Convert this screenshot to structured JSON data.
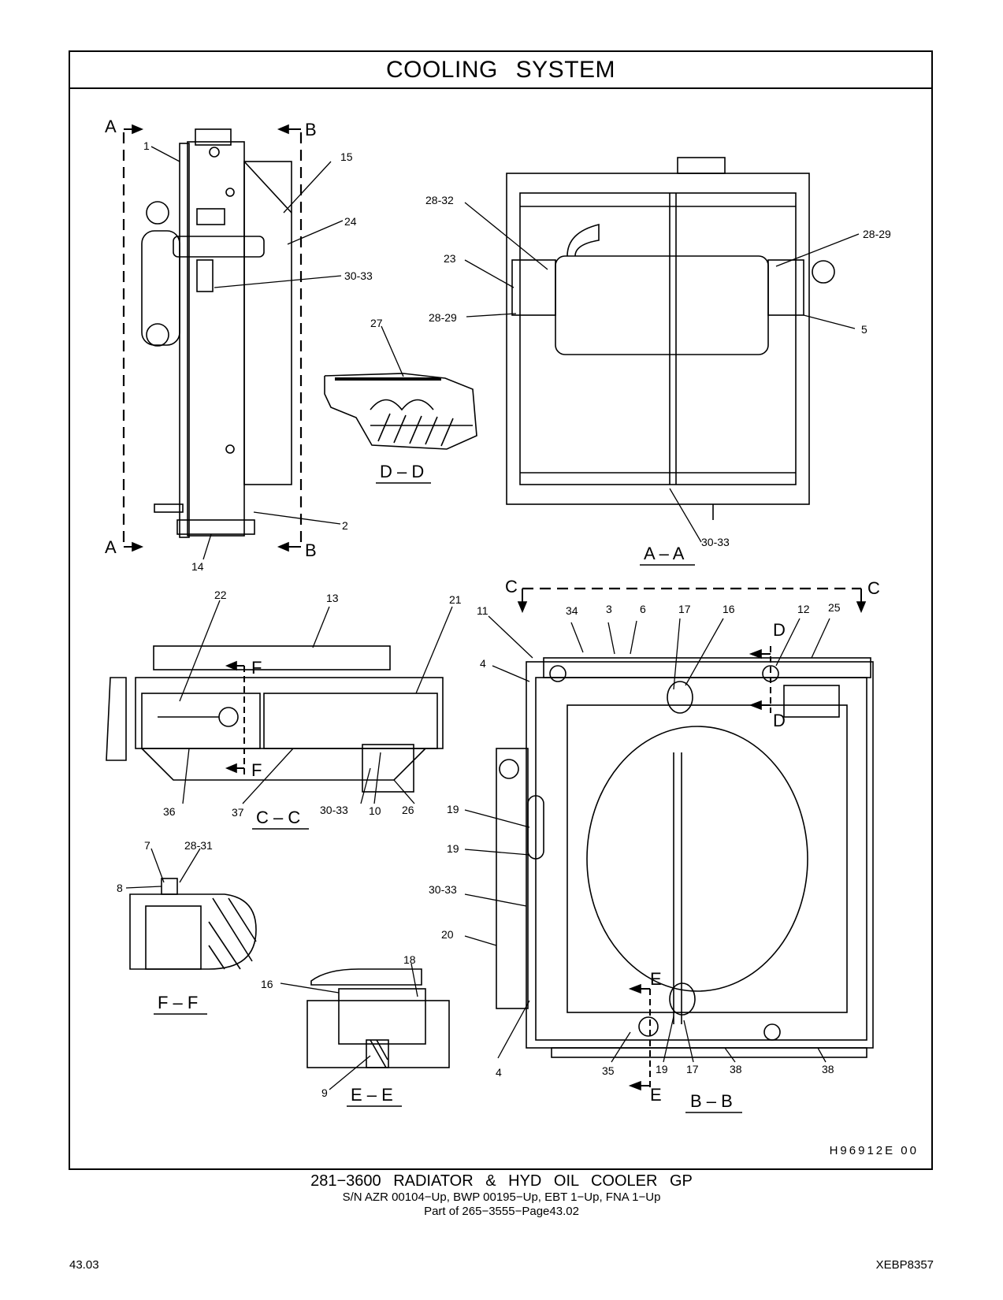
{
  "header": {
    "title": "COOLING   SYSTEM"
  },
  "illustration_id": "H96912E    00",
  "caption": {
    "main": "281−3600   RADIATOR  &  HYD  OIL  COOLER  GP",
    "serials": "S/N AZR 00104−Up, BWP 00195−Up, EBT 1−Up, FNA 1−Up",
    "part_of": "Part of 265−3555−Page43.02"
  },
  "footer": {
    "page": "43.03",
    "doc": "XEBP8357"
  },
  "sections": {
    "a_a": "A – A",
    "b_b": "B – B",
    "c_c": "C – C",
    "d_d": "D – D",
    "e_e": "E – E",
    "f_f": "F – F"
  },
  "cut_letters": {
    "a": "A",
    "b": "B",
    "c": "C",
    "d": "D",
    "e": "E",
    "f": "F"
  },
  "callouts": {
    "c1": "1",
    "c2": "2",
    "c3": "3",
    "c4": "4",
    "c5": "5",
    "c6": "6",
    "c7": "7",
    "c8": "8",
    "c9": "9",
    "c10": "10",
    "c11": "11",
    "c12": "12",
    "c13": "13",
    "c14": "14",
    "c15": "15",
    "c16": "16",
    "c17": "17",
    "c18": "18",
    "c19": "19",
    "c20": "20",
    "c21": "21",
    "c22": "22",
    "c23": "23",
    "c24": "24",
    "c25": "25",
    "c26": "26",
    "c27": "27",
    "c34": "34",
    "c35": "35",
    "c36": "36",
    "c37": "37",
    "c38": "38",
    "r28_29": "28-29",
    "r28_31": "28-31",
    "r28_32": "28-32",
    "r30_33": "30-33"
  }
}
